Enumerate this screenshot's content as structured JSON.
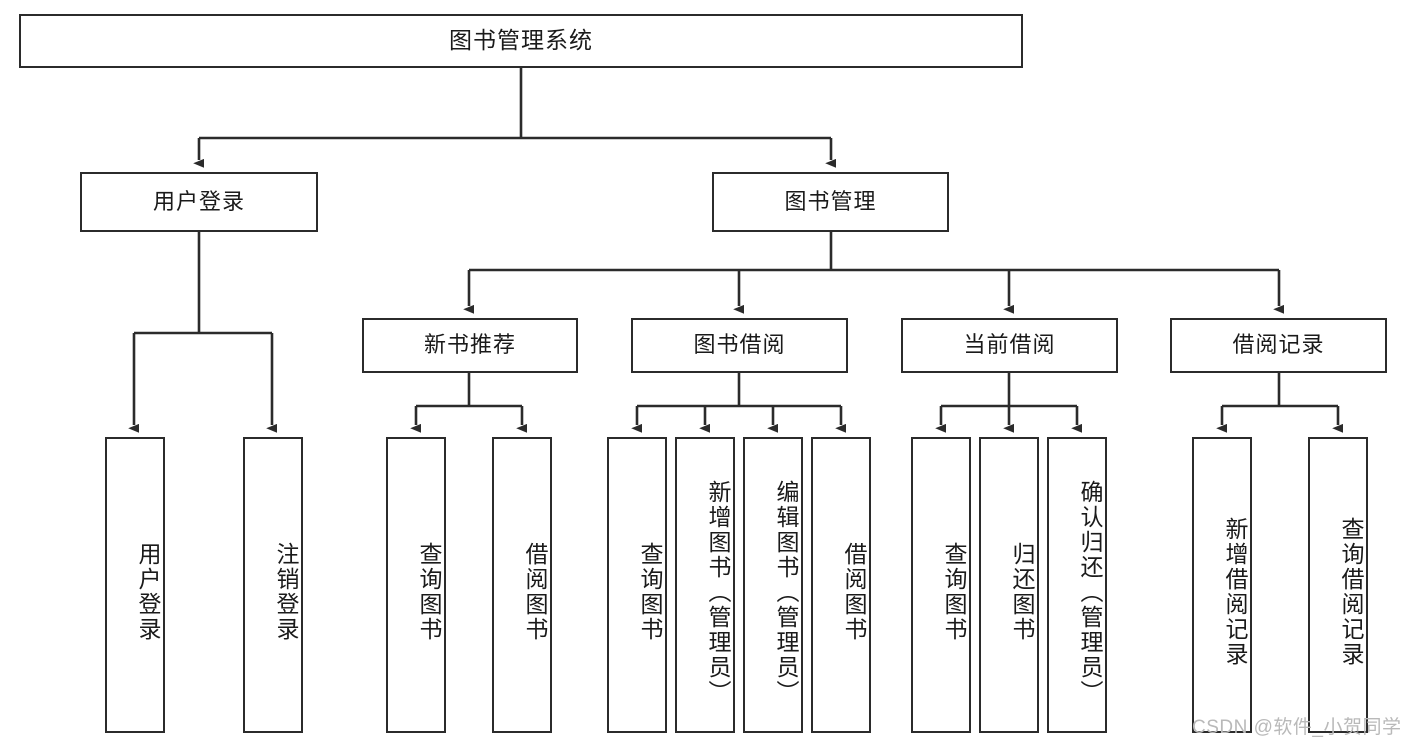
{
  "diagram": {
    "title": "图书管理系统",
    "type": "功能结构图",
    "stroke_color": "#2b2b2b",
    "fill_color": "#ffffff",
    "text_color": "#1a1a1a"
  },
  "nodes": {
    "root": {
      "label": "图书管理系统"
    },
    "level2": [
      {
        "id": "user-login",
        "label": "用户登录"
      },
      {
        "id": "book-manage",
        "label": "图书管理"
      }
    ],
    "level3": [
      {
        "id": "new-book-rec",
        "label": "新书推荐"
      },
      {
        "id": "book-borrow",
        "label": "图书借阅"
      },
      {
        "id": "current-borrow",
        "label": "当前借阅"
      },
      {
        "id": "borrow-record",
        "label": "借阅记录"
      }
    ],
    "leaves": {
      "user-login": [
        {
          "id": "leaf-user-login",
          "label": "用户登录"
        },
        {
          "id": "leaf-user-logout",
          "label": "注销登录"
        }
      ],
      "new-book-rec": [
        {
          "id": "leaf-query-book-1",
          "label": "查询图书"
        },
        {
          "id": "leaf-borrow-book-1",
          "label": "借阅图书"
        }
      ],
      "book-borrow": [
        {
          "id": "leaf-query-book-2",
          "label": "查询图书"
        },
        {
          "id": "leaf-add-book",
          "label": "新增图书（管理员）"
        },
        {
          "id": "leaf-edit-book",
          "label": "编辑图书（管理员）"
        },
        {
          "id": "leaf-borrow-book-2",
          "label": "借阅图书"
        }
      ],
      "current-borrow": [
        {
          "id": "leaf-query-book-3",
          "label": "查询图书"
        },
        {
          "id": "leaf-return-book",
          "label": "归还图书"
        },
        {
          "id": "leaf-confirm-return",
          "label": "确认归还（管理员）"
        }
      ],
      "borrow-record": [
        {
          "id": "leaf-add-record",
          "label": "新增借阅记录"
        },
        {
          "id": "leaf-query-record",
          "label": "查询借阅记录"
        }
      ]
    }
  },
  "watermark": {
    "text": "CSDN @软件_小贺同学"
  }
}
